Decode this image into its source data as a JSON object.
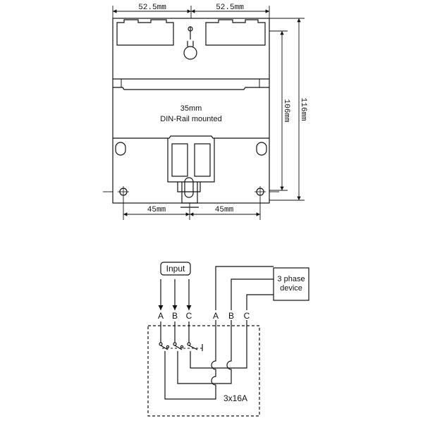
{
  "dimensions": {
    "top_left_width": "52.5mm",
    "top_right_width": "52.5mm",
    "inner_height": "106mm",
    "outer_height": "116mm",
    "bottom_left_width": "45mm",
    "bottom_right_width": "45mm"
  },
  "rail": {
    "size": "35mm",
    "label": "DIN-Rail mounted"
  },
  "wiring": {
    "input_label": "Input",
    "input_phases": [
      "A",
      "B",
      "C"
    ],
    "output_phases": [
      "A",
      "B",
      "C"
    ],
    "device_label_line1": "3 phase",
    "device_label_line2": "device",
    "rating": "3x16A"
  }
}
